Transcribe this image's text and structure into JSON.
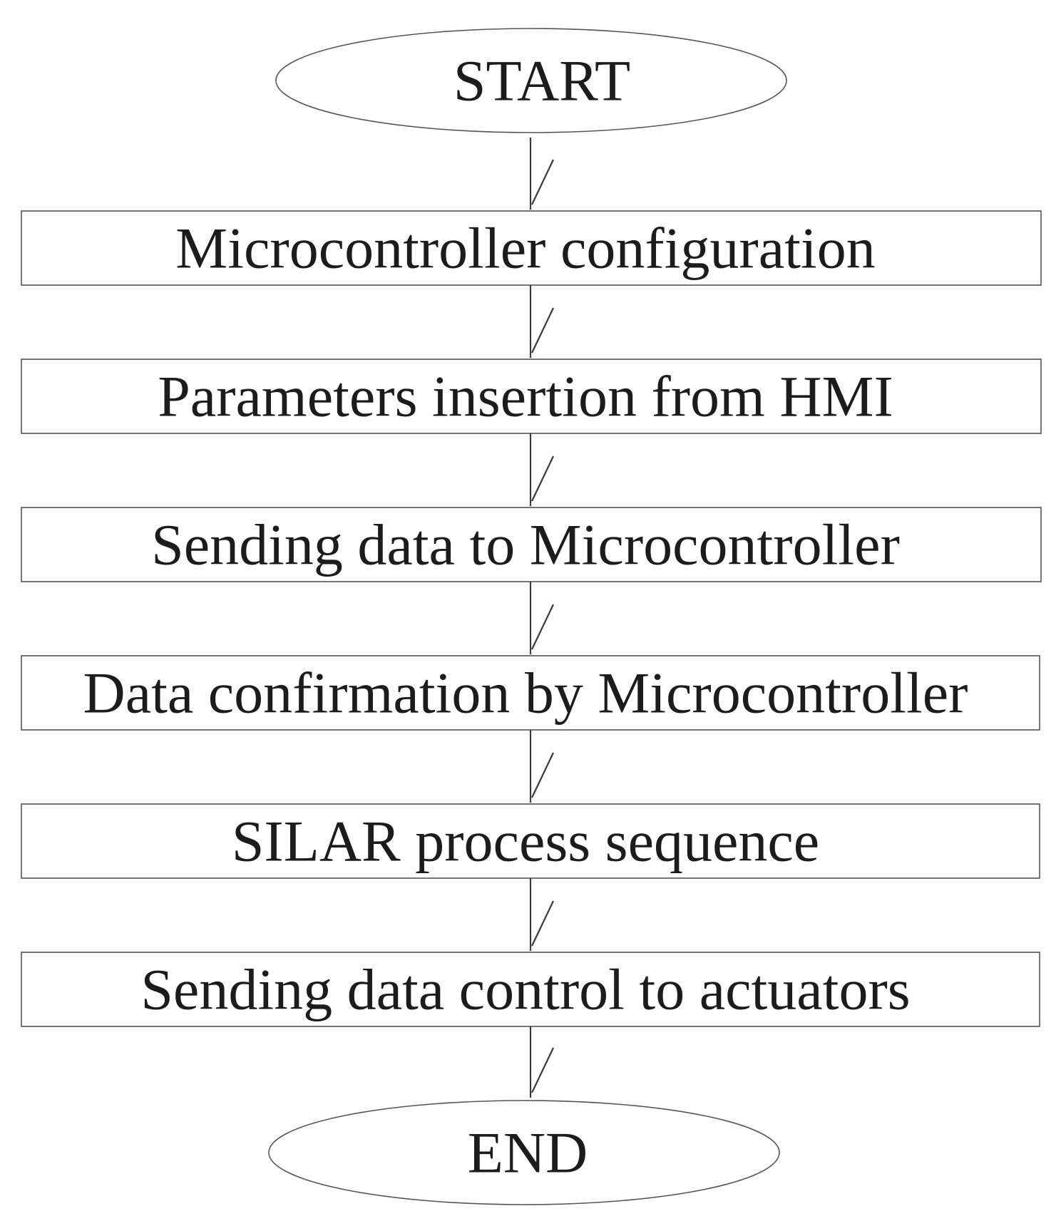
{
  "flowchart": {
    "start": {
      "label": "START"
    },
    "steps": [
      {
        "label": "Microcontroller configuration"
      },
      {
        "label": "Parameters insertion from HMI"
      },
      {
        "label": "Sending data to Microcontroller"
      },
      {
        "label": "Data confirmation by Microcontroller"
      },
      {
        "label": "SILAR process sequence"
      },
      {
        "label": "Sending data control to actuators"
      }
    ],
    "end": {
      "label": "END"
    }
  },
  "colors": {
    "stroke": "#555555",
    "text": "#1c1c1c",
    "background": "#ffffff"
  }
}
